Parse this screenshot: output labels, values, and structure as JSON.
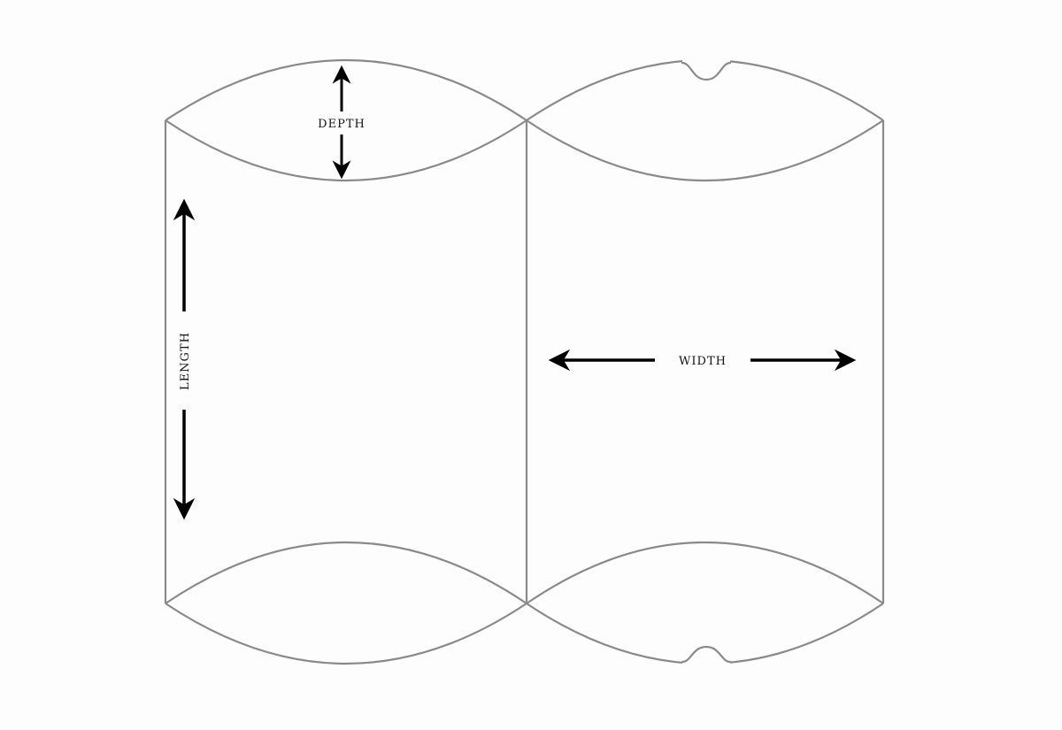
{
  "diagram": {
    "labels": {
      "depth": "DEPTH",
      "length": "LENGTH",
      "width": "WIDTH"
    },
    "colors": {
      "outline": "#8a8a8a",
      "arrows": "#000000",
      "background": "#fdfdfd"
    }
  }
}
